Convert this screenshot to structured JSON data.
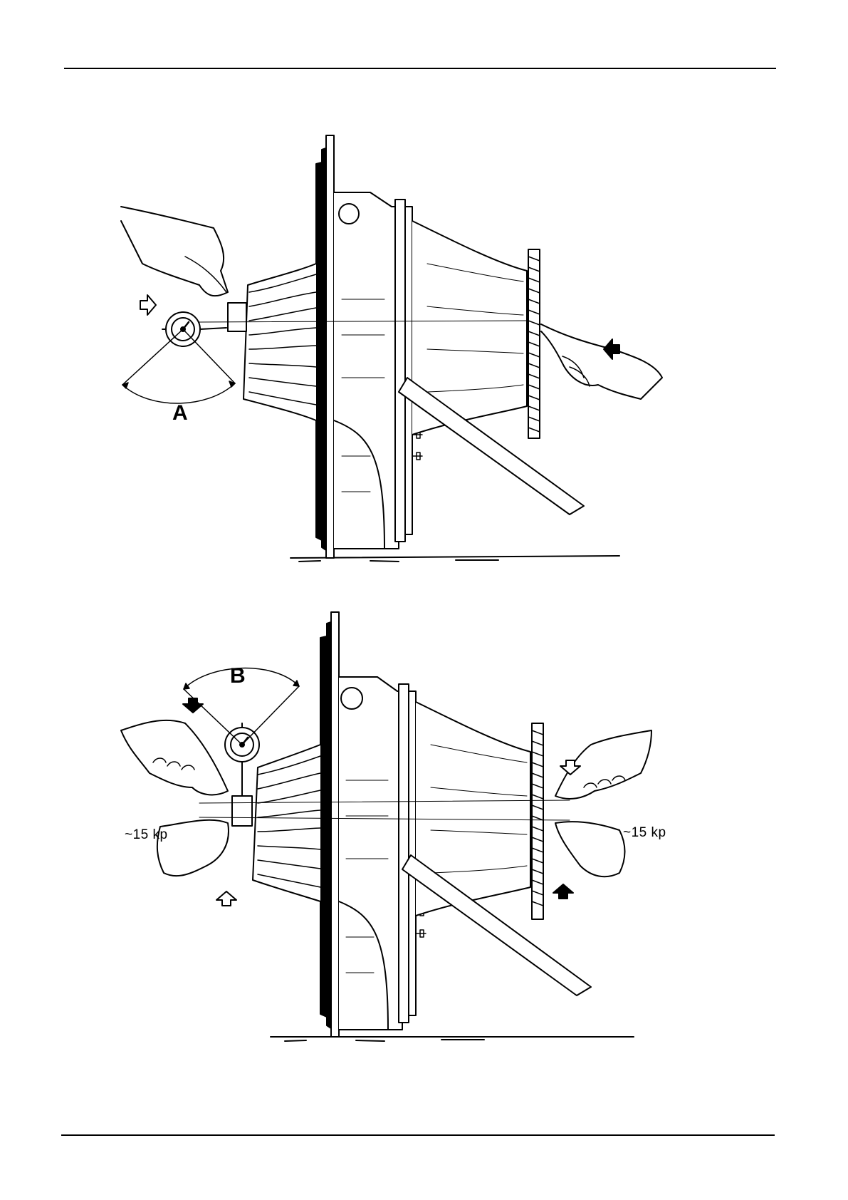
{
  "figure_top": {
    "angle_label": "A"
  },
  "figure_bottom": {
    "angle_label": "B",
    "load_left": "~15 kp",
    "load_right": "~15 kp"
  },
  "colors": {
    "ink": "#000000",
    "paper": "#ffffff"
  }
}
